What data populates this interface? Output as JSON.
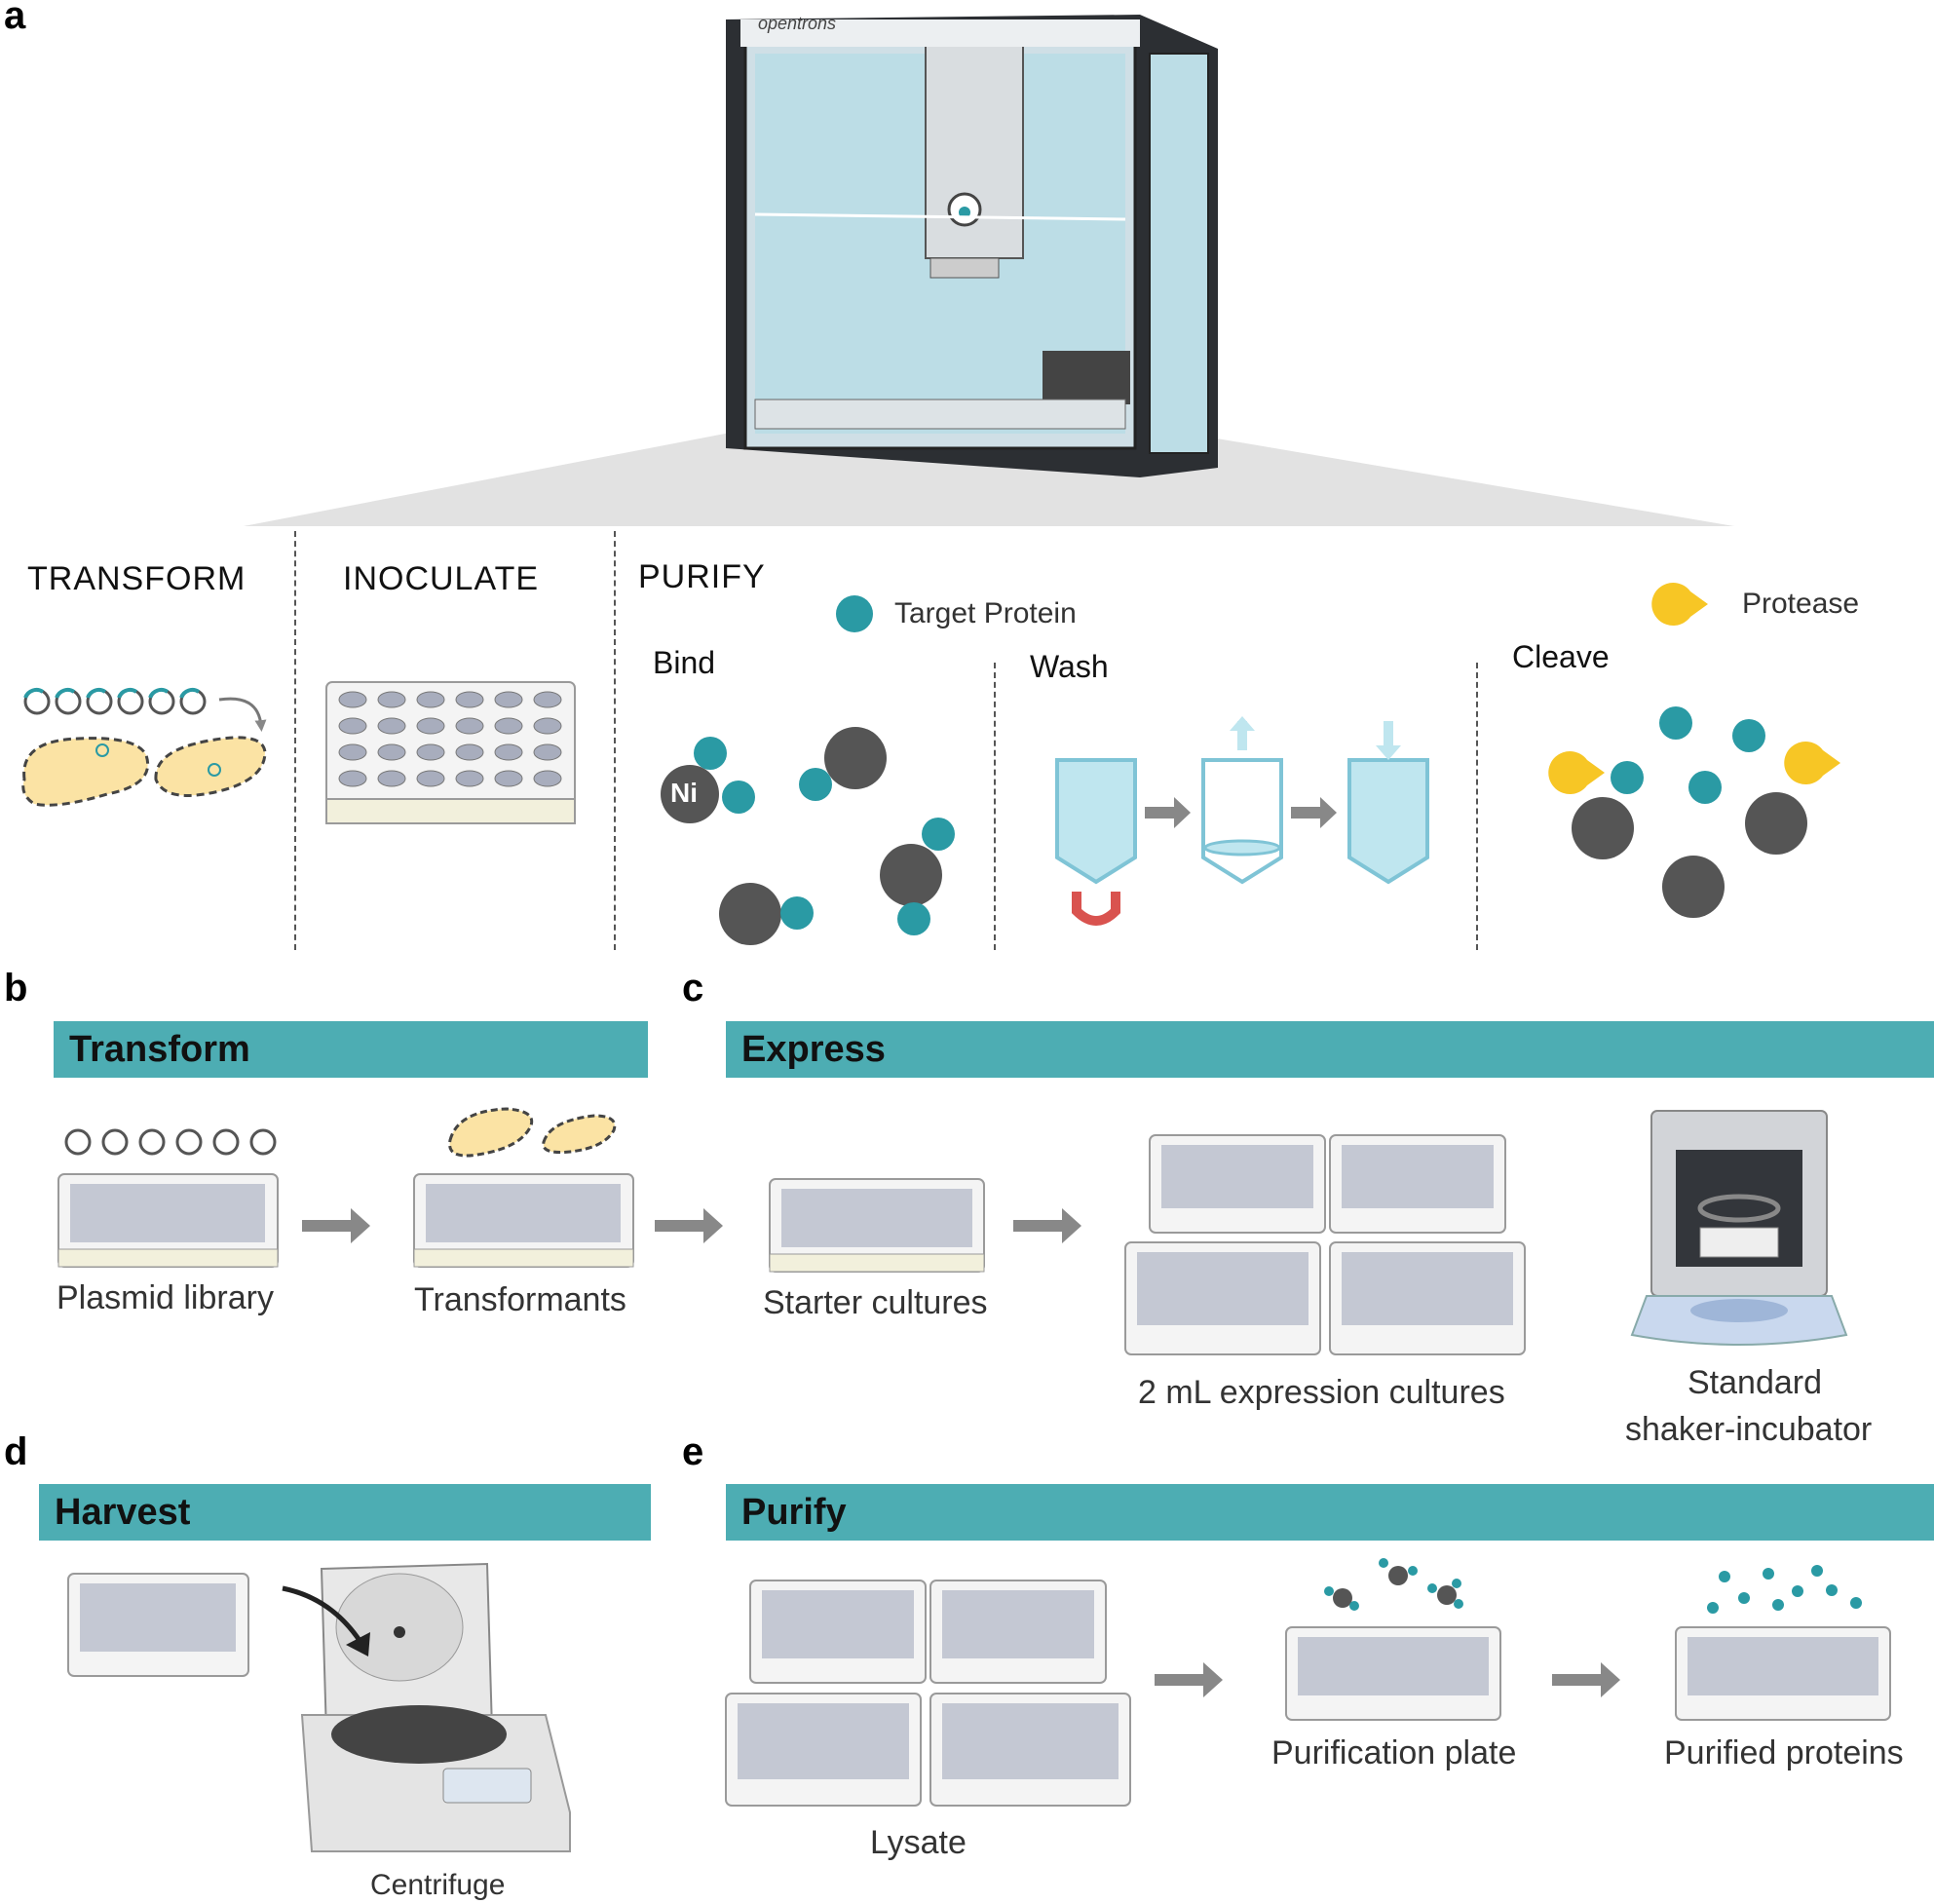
{
  "panels": {
    "a": {
      "letter": "a",
      "brand": "opentrons",
      "stages": [
        "TRANSFORM",
        "INOCULATE",
        "PURIFY"
      ],
      "purify_steps": [
        "Bind",
        "Wash",
        "Cleave"
      ],
      "legend": {
        "target_protein": "Target Protein",
        "protease": "Protease"
      },
      "bead_label": "Ni"
    },
    "b": {
      "letter": "b",
      "banner": "Transform",
      "labels": [
        "Plasmid library",
        "Transformants"
      ]
    },
    "c": {
      "letter": "c",
      "banner": "Express",
      "labels": [
        "Starter cultures",
        "2 mL expression cultures",
        "Standard",
        "shaker-incubator"
      ]
    },
    "d": {
      "letter": "d",
      "banner": "Harvest",
      "labels": [
        "Centrifuge"
      ]
    },
    "e": {
      "letter": "e",
      "banner": "Purify",
      "labels": [
        "Lysate",
        "Purification plate",
        "Purified proteins"
      ]
    }
  },
  "colors": {
    "teal": "#2a9aa4",
    "banner": "#4dadb3",
    "bead": "#555555",
    "cell": "#fbe3a4",
    "protease": "#f7c625",
    "well": "#a8adbd",
    "arrow": "#888888",
    "liquid": "#bfe6ef",
    "magnet": "#d9534f"
  },
  "icons": [
    "robot-icon",
    "plasmid-icon",
    "cell-icon",
    "well-plate-icon",
    "bead-icon",
    "tube-icon",
    "magnet-icon",
    "protease-icon",
    "arrow-icon",
    "incubator-icon",
    "centrifuge-icon"
  ]
}
